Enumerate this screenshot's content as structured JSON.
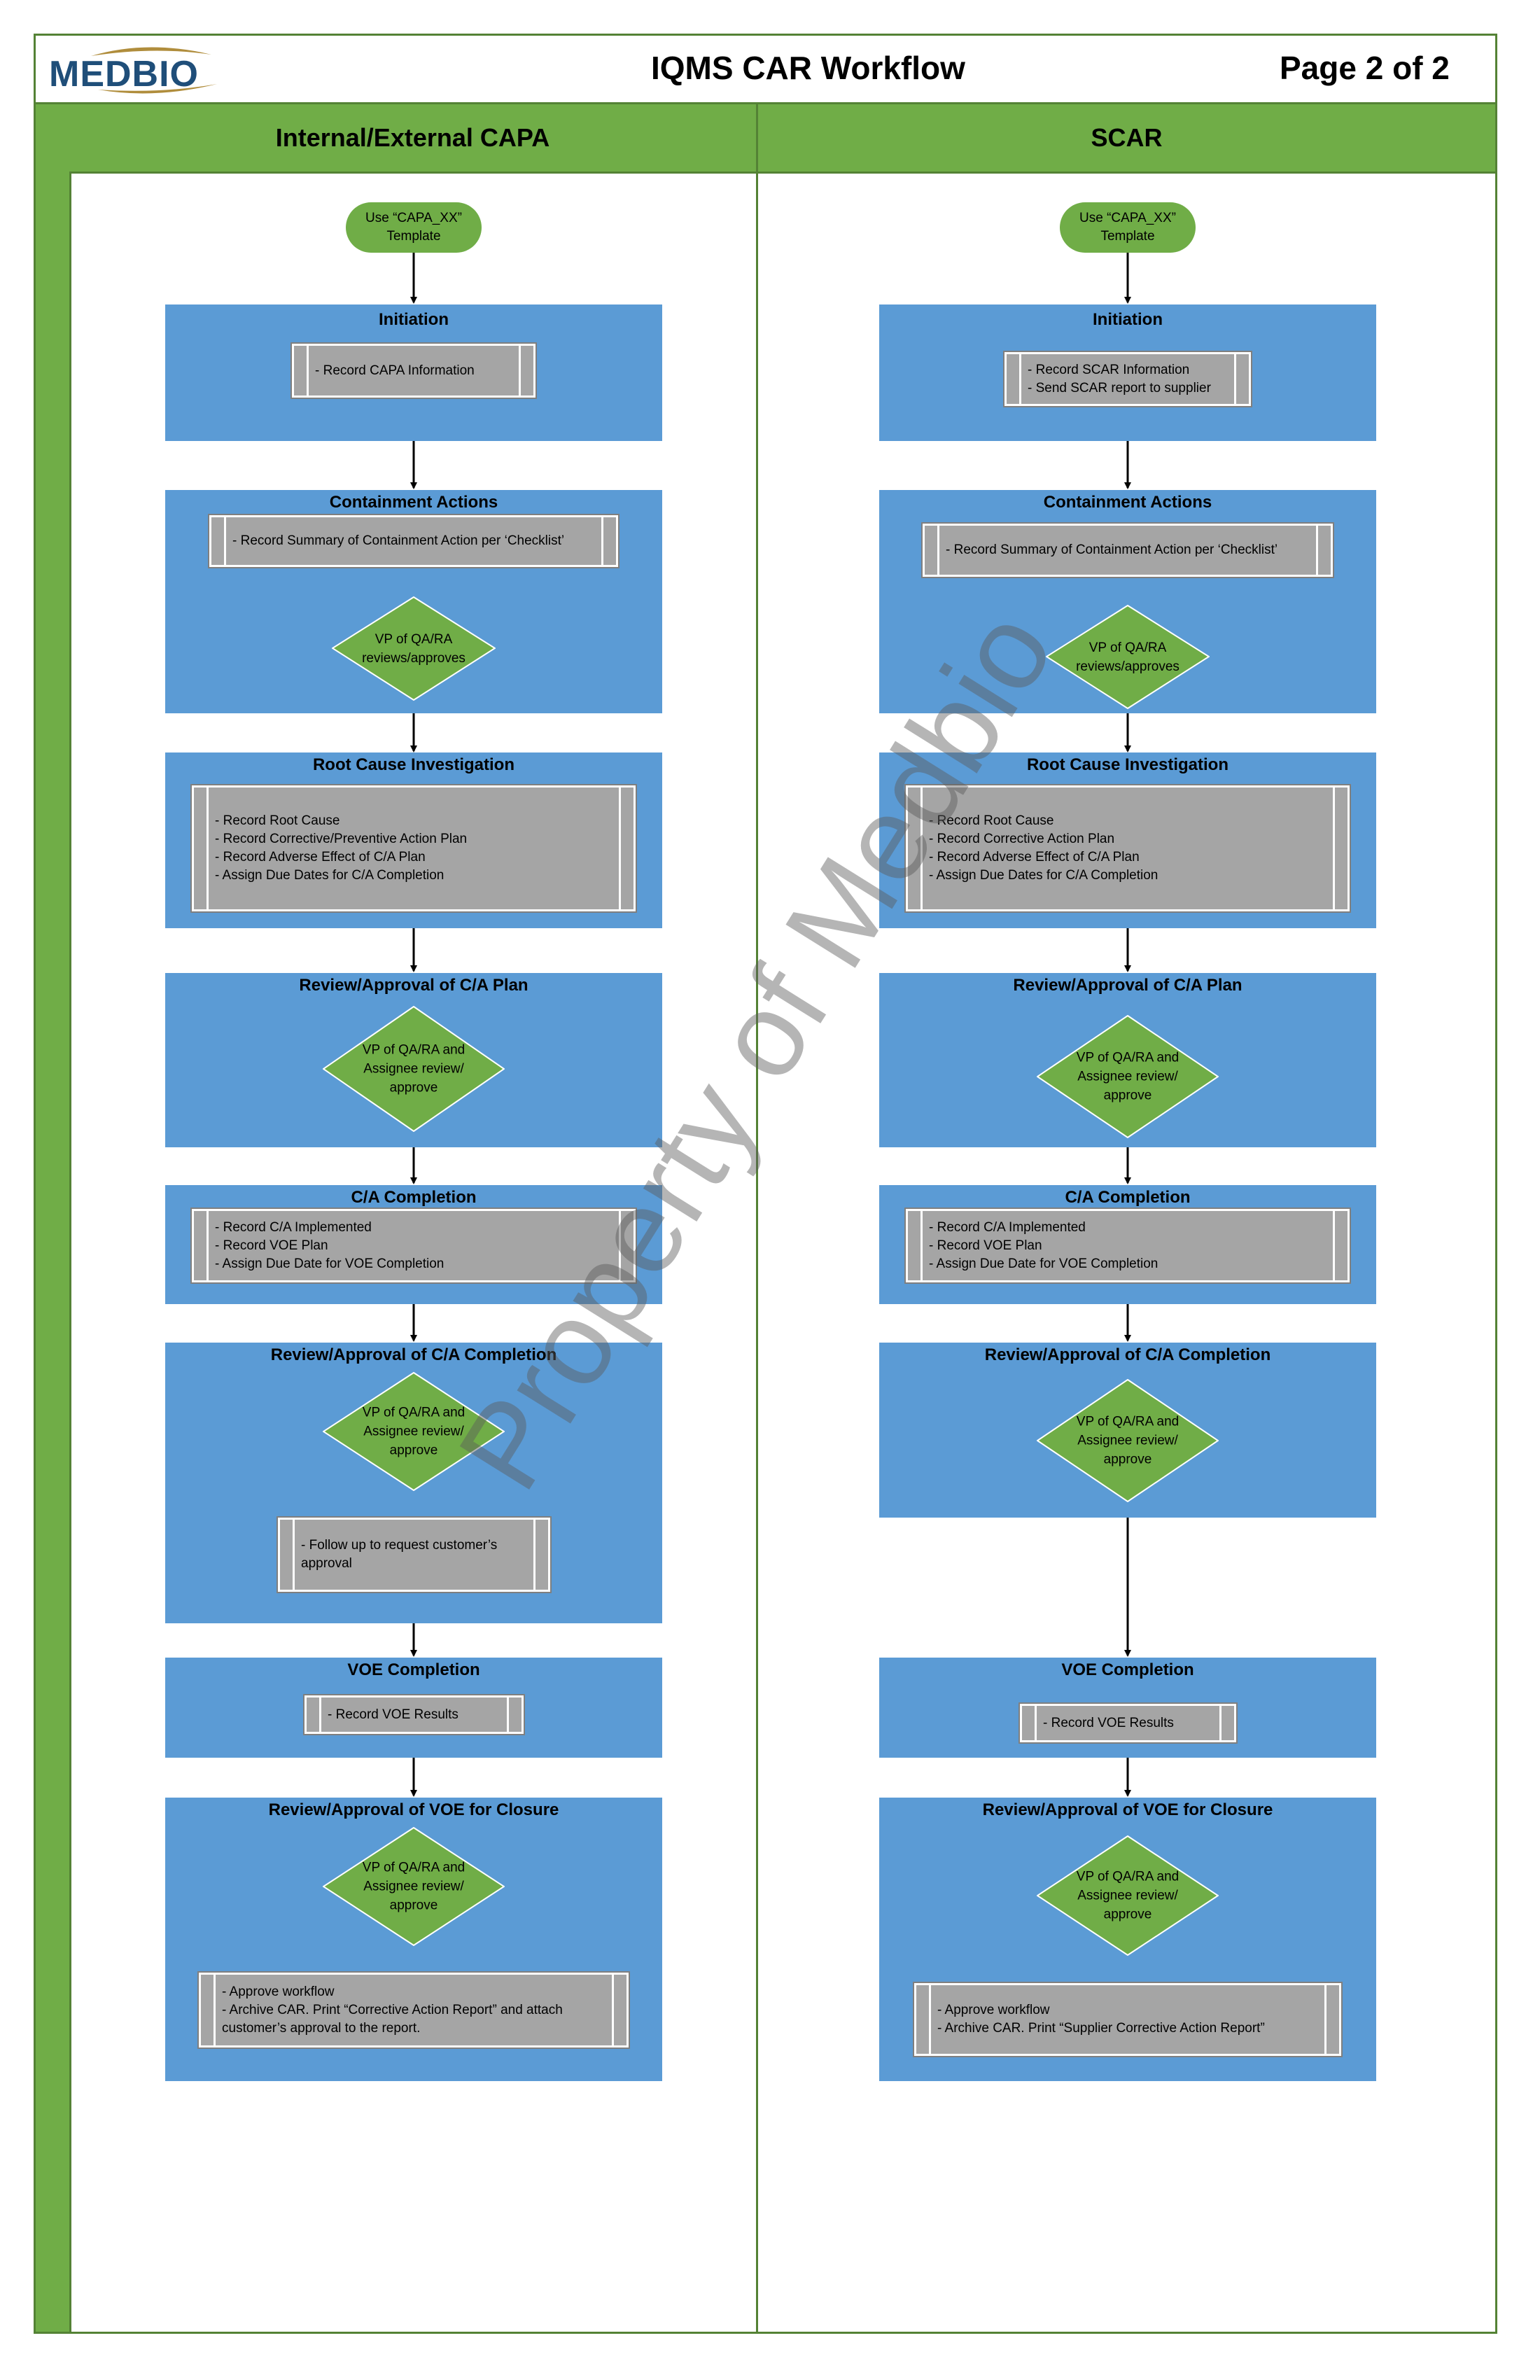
{
  "header": {
    "logo": "MEDBIO",
    "title": "IQMS CAR Workflow",
    "page": "Page 2 of 2"
  },
  "lanes": [
    {
      "heading": "Internal/External CAPA",
      "start": [
        "Use “CAPA_XX”",
        "Template"
      ],
      "initiation": {
        "title": "Initiation",
        "task": [
          "- Record CAPA Information"
        ]
      },
      "containment": {
        "title": "Containment Actions",
        "task": [
          "- Record Summary of Containment Action per ‘Checklist’"
        ],
        "decision": [
          "VP of QA/RA",
          "reviews/approves"
        ]
      },
      "root_cause": {
        "title": "Root Cause Investigation",
        "task": [
          "- Record Root Cause",
          "- Record Corrective/Preventive Action Plan",
          "- Record Adverse Effect of C/A Plan",
          "- Assign Due Dates for C/A Completion"
        ]
      },
      "plan_review": {
        "title": "Review/Approval of C/A Plan",
        "decision": [
          "VP of QA/RA and",
          "Assignee review/",
          "approve"
        ]
      },
      "ca_completion": {
        "title": "C/A Completion",
        "task": [
          "- Record C/A Implemented",
          "- Record  VOE Plan",
          "- Assign Due Date for VOE Completion"
        ]
      },
      "completion_review": {
        "title": "Review/Approval of C/A Completion",
        "decision": [
          "VP of QA/RA and",
          "Assignee review/",
          "approve"
        ],
        "task": [
          "- Follow up to request customer’s",
          "approval"
        ]
      },
      "voe": {
        "title": "VOE Completion",
        "task": [
          "- Record VOE Results"
        ]
      },
      "closure": {
        "title": "Review/Approval of VOE for Closure",
        "decision": [
          "VP of QA/RA and",
          "Assignee review/",
          "approve"
        ],
        "task": [
          "- Approve workflow",
          "- Archive CAR. Print “Corrective Action Report” and attach",
          "customer’s approval to the report."
        ]
      }
    },
    {
      "heading": "SCAR",
      "start": [
        "Use “CAPA_XX”",
        "Template"
      ],
      "initiation": {
        "title": "Initiation",
        "task": [
          "- Record SCAR Information",
          "- Send SCAR report to supplier"
        ]
      },
      "containment": {
        "title": "Containment Actions",
        "task": [
          "- Record Summary of Containment Action per ‘Checklist’"
        ],
        "decision": [
          "VP of QA/RA",
          "reviews/approves"
        ]
      },
      "root_cause": {
        "title": "Root Cause Investigation",
        "task": [
          "- Record Root Cause",
          "- Record Corrective  Action Plan",
          "- Record Adverse Effect of C/A Plan",
          "- Assign Due Dates for C/A Completion"
        ]
      },
      "plan_review": {
        "title": "Review/Approval of C/A Plan",
        "decision": [
          "VP of QA/RA and",
          "Assignee review/",
          "approve"
        ]
      },
      "ca_completion": {
        "title": "C/A Completion",
        "task": [
          "- Record C/A Implemented",
          "- Record  VOE Plan",
          "- Assign Due Date for VOE Completion"
        ]
      },
      "completion_review": {
        "title": "Review/Approval of C/A Completion",
        "decision": [
          "VP of QA/RA and",
          "Assignee review/",
          "approve"
        ]
      },
      "voe": {
        "title": "VOE Completion",
        "task": [
          "- Record VOE Results"
        ]
      },
      "closure": {
        "title": "Review/Approval of VOE for Closure",
        "decision": [
          "VP of QA/RA and",
          "Assignee review/",
          "approve"
        ],
        "task": [
          "- Approve workflow",
          "- Archive CAR. Print “Supplier Corrective Action Report”"
        ]
      }
    }
  ],
  "watermark": "Property of Medbio",
  "colors": {
    "lane_green": "#70ad47",
    "border_green": "#548235",
    "phase_blue": "#5b9bd5",
    "task_gray": "#a5a5a5",
    "logo_blue": "#1f4e79",
    "logo_gold": "#b08d3c"
  }
}
